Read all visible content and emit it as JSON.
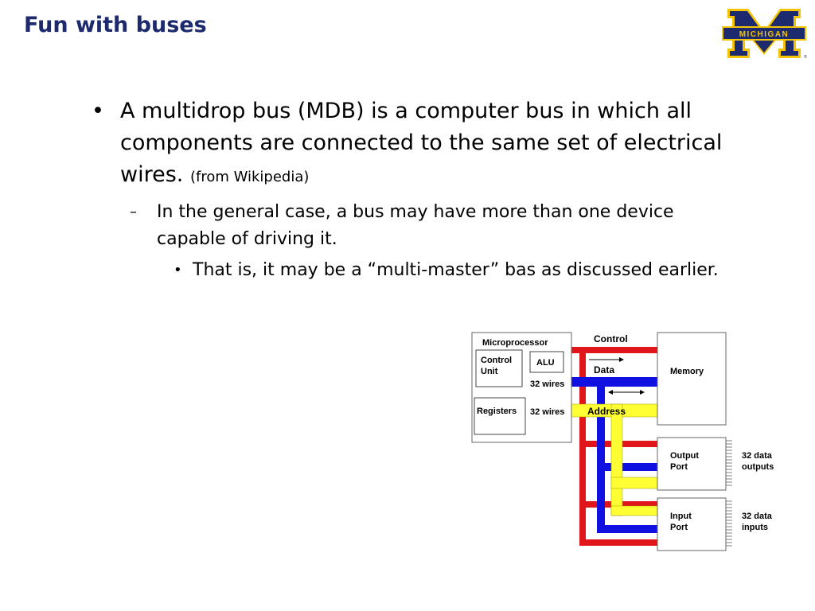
{
  "slide": {
    "title": "Fun with buses",
    "logo_text": "MICHIGAN"
  },
  "bullets": {
    "level1_text": "A multidrop bus (MDB) is a computer bus in which all components are connected to the same set of electrical wires.",
    "level1_source": "(from Wikipedia)",
    "level2_text": "In the general case, a bus may have more than one device capable of driving it.",
    "level3_text": "That is, it may be a “multi-master” bas as discussed earlier."
  },
  "diagram": {
    "microprocessor": "Microprocessor",
    "control_unit_line1": "Control",
    "control_unit_line2": "Unit",
    "alu": "ALU",
    "registers": "Registers",
    "wires_top": "32 wires",
    "wires_bottom": "32 wires",
    "control": "Control",
    "data": "Data",
    "address": "Address",
    "memory": "Memory",
    "output_port_line1": "Output",
    "output_port_line2": "Port",
    "input_port_line1": "Input",
    "input_port_line2": "Port",
    "outputs_line1": "32 data",
    "outputs_line2": "outputs",
    "inputs_line1": "32 data",
    "inputs_line2": "inputs"
  },
  "colors": {
    "title": "#1d2a6e",
    "logo_blue": "#1d2a6e",
    "logo_maize": "#f5c400",
    "control_bus": "#e0161b",
    "data_bus": "#1010e0",
    "address_bus": "#ffff33"
  }
}
